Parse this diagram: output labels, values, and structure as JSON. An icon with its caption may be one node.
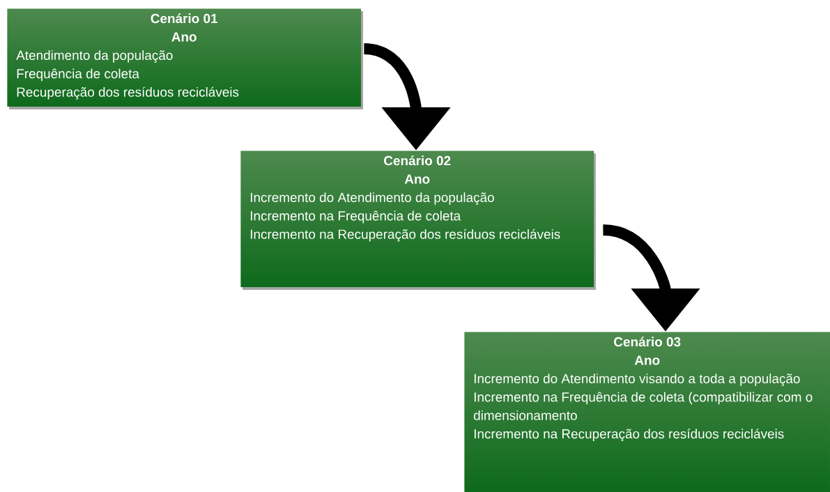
{
  "diagram": {
    "nodes": [
      {
        "text": [
          "Cenário 01",
          "Ano",
          "Atendimento da população",
          "Frequência de coleta",
          "Recuperação dos resíduos recicláveis"
        ]
      },
      {
        "text": [
          "Cenário 02",
          "Ano",
          "Incremento do Atendimento da população",
          "Incremento na Frequência de coleta",
          "Incremento na Recuperação dos resíduos recicláveis"
        ]
      },
      {
        "text": [
          "Cenário 03",
          "Ano",
          "Incremento do Atendimento visando a toda a população",
          "Incremento na Frequência de coleta (compatibilizar com o dimensionamento",
          "Incremento na Recuperação dos resíduos recicláveis"
        ]
      }
    ],
    "edges": [
      {
        "from": 0,
        "to": 1,
        "arrow": "to"
      },
      {
        "from": 1,
        "to": 2,
        "arrow": "to"
      }
    ]
  }
}
